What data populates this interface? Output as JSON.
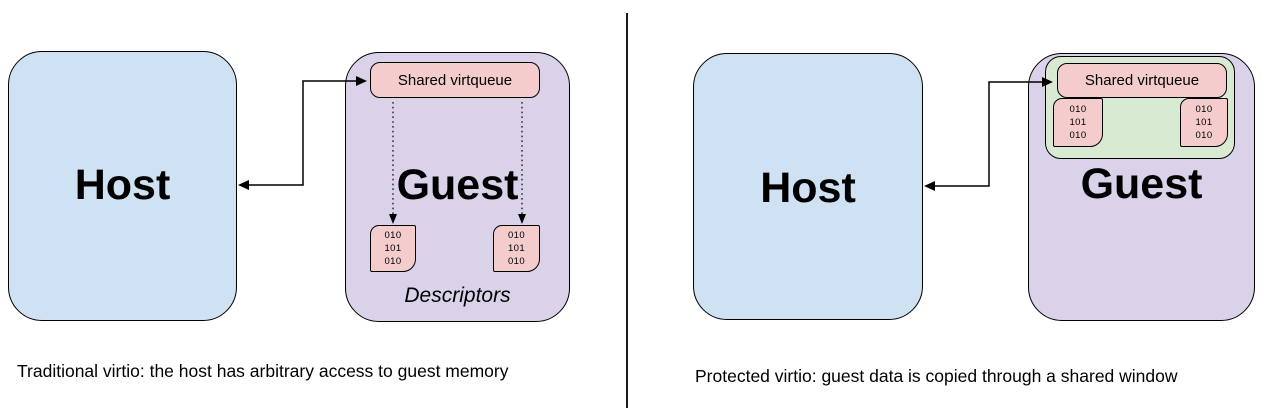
{
  "colors": {
    "host_fill": "#cfe2f3",
    "guest_fill": "#d9d2e9",
    "shared_window_fill": "#d9ead3",
    "virtqueue_fill": "#f4cccc",
    "line": "#000000",
    "background": "#ffffff"
  },
  "left_panel": {
    "host_label": "Host",
    "guest_label": "Guest",
    "virtqueue_label": "Shared virtqueue",
    "descriptors_label": "Descriptors",
    "descriptor_blocks": [
      {
        "bits": "010\n101\n010"
      },
      {
        "bits": "010\n101\n010"
      }
    ],
    "caption": "Traditional virtio: the host has arbitrary access to guest memory"
  },
  "right_panel": {
    "host_label": "Host",
    "guest_label": "Guest",
    "virtqueue_label": "Shared virtqueue",
    "descriptor_blocks": [
      {
        "bits": "010\n101\n010"
      },
      {
        "bits": "010\n101\n010"
      }
    ],
    "caption": "Protected virtio: guest data is copied through a shared window"
  }
}
